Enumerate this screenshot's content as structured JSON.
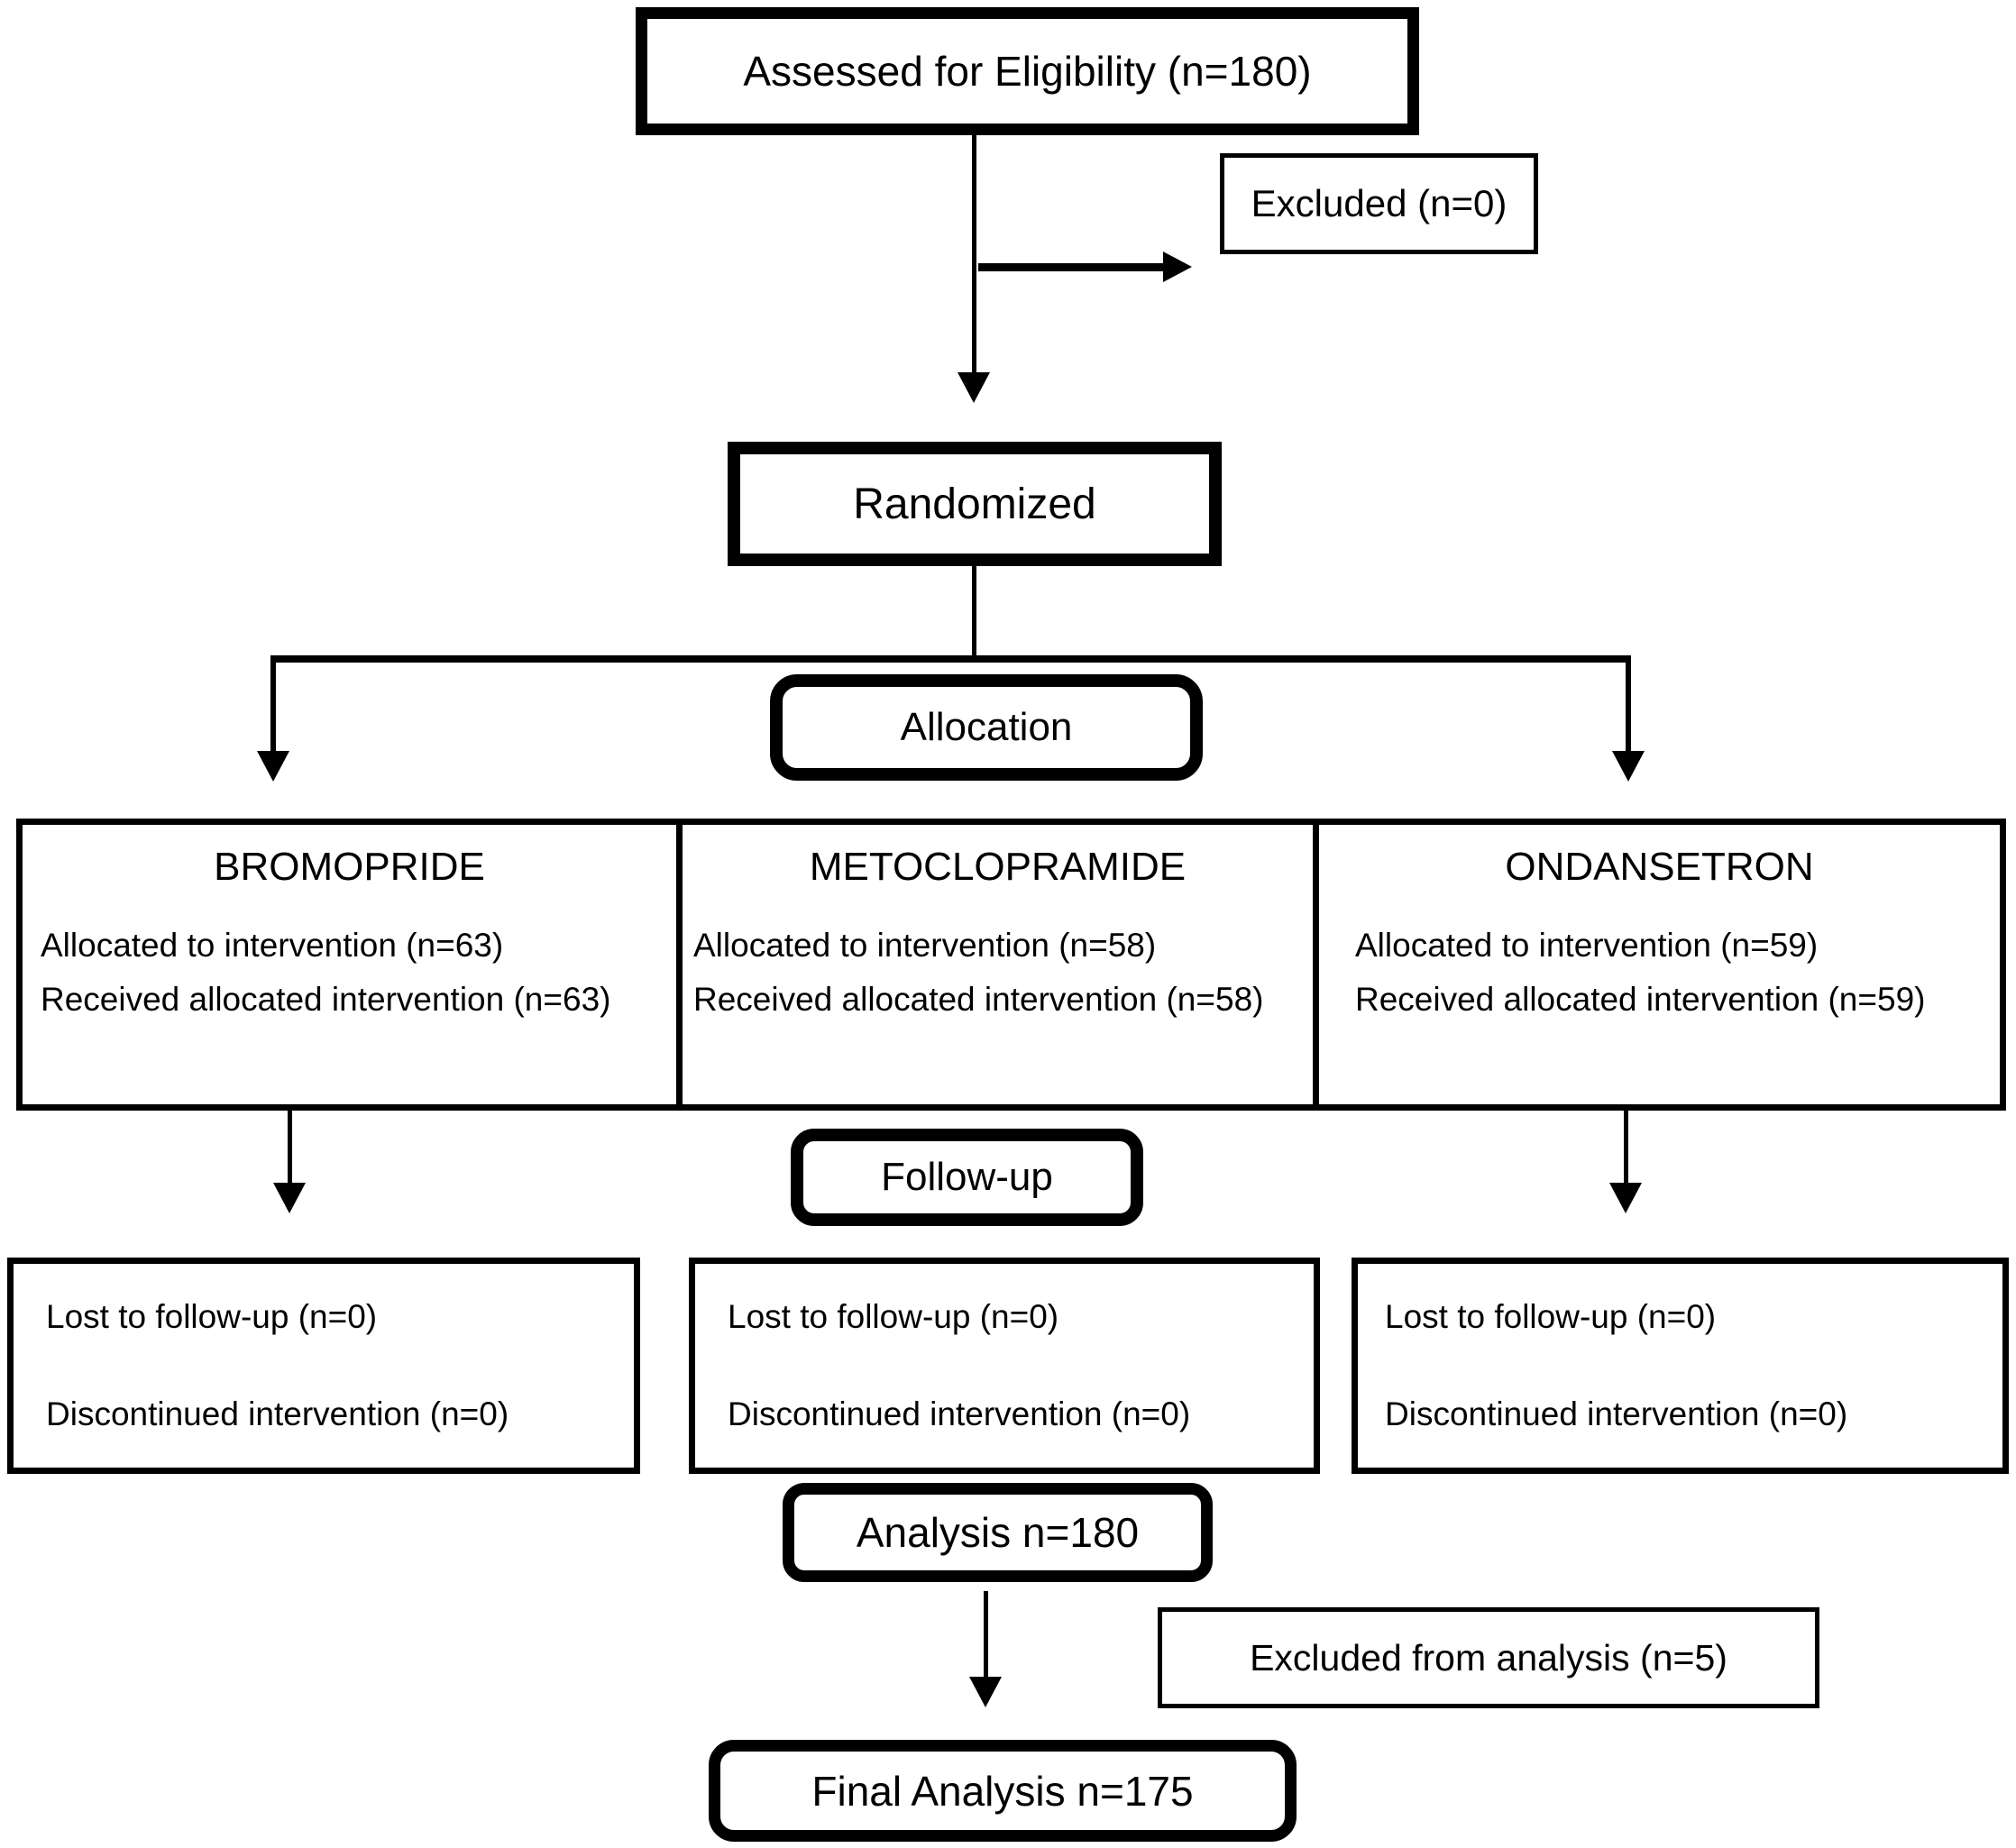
{
  "flowchart": {
    "assessed": "Assessed for Eligibility (n=180)",
    "excluded": "Excluded (n=0)",
    "randomized": "Randomized",
    "allocation_label": "Allocation",
    "arms": [
      {
        "name": "BROMOPRIDE",
        "allocated": "Allocated to intervention (n=63)",
        "received": "Received allocated intervention (n=63)"
      },
      {
        "name": "METOCLOPRAMIDE",
        "allocated": "Allocated to intervention (n=58)",
        "received": "Received allocated intervention (n=58)"
      },
      {
        "name": "ONDANSETRON",
        "allocated": "Allocated to intervention (n=59)",
        "received": "Received allocated intervention (n=59)"
      }
    ],
    "followup_label": "Follow-up",
    "followup": [
      {
        "lost": "Lost to follow-up (n=0)",
        "discontinued": "Discontinued intervention (n=0)"
      },
      {
        "lost": "Lost to follow-up (n=0)",
        "discontinued": "Discontinued intervention (n=0)"
      },
      {
        "lost": "Lost to follow-up (n=0)",
        "discontinued": "Discontinued intervention (n=0)"
      }
    ],
    "analysis": "Analysis n=180",
    "excluded_from_analysis": "Excluded from analysis (n=5)",
    "final_analysis": "Final Analysis n=175"
  },
  "colors": {
    "line": "#000000",
    "background": "#ffffff"
  }
}
